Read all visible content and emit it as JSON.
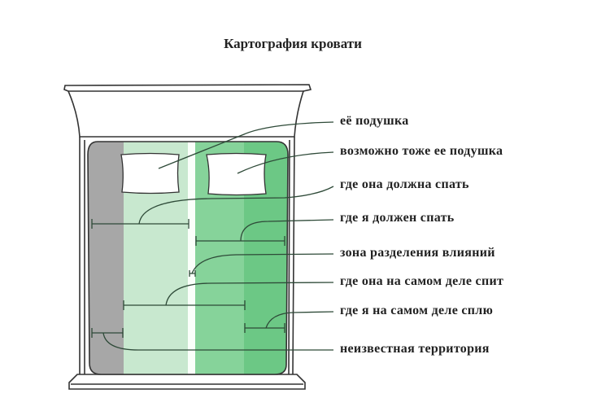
{
  "title": "Картография кровати",
  "labels": [
    "её подушка",
    "возможно тоже ее подушка",
    "где она должна спать",
    "где я должен спать",
    "зона разделения влияний",
    "где она на самом деле спит",
    "где я на самом деле сплю",
    "неизвестная территория"
  ],
  "colors": {
    "unknown_zone": "#a7a7a7",
    "her_zone": "#c8e8cf",
    "my_zone": "#86d39a",
    "my_actual_zone": "#6cc885",
    "outline": "#333333"
  }
}
